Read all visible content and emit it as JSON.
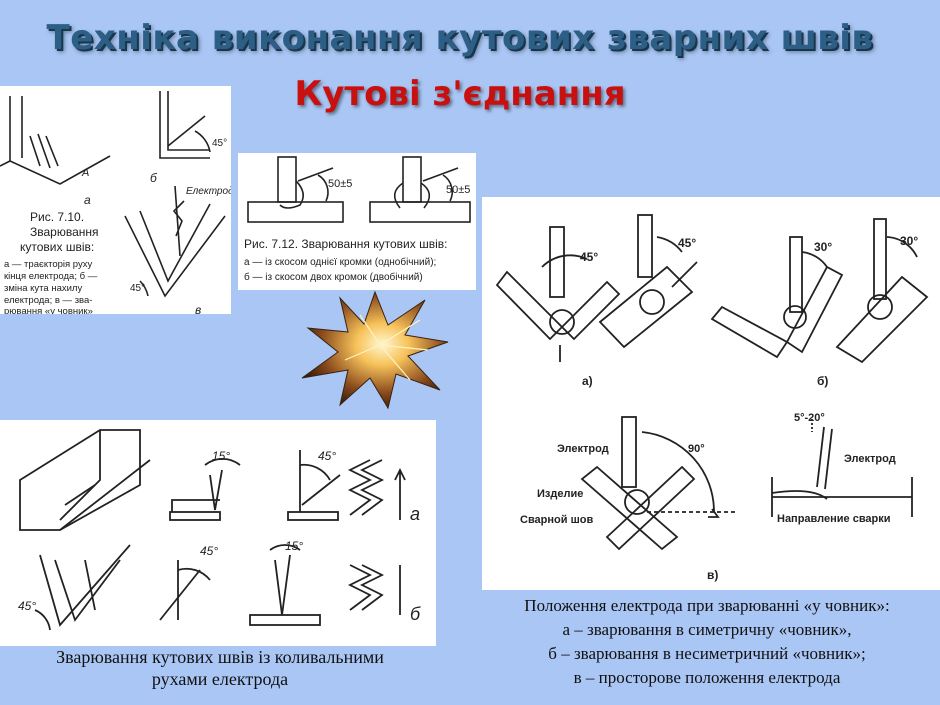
{
  "title": "Техніка виконання кутових зварних швів",
  "subtitle": "Кутові з'єднання",
  "fig710": {
    "caption_lines": [
      "Рис. 7.10.",
      "Зварювання",
      "кутових швів:"
    ],
    "legend_lines": [
      "а — траєкторія руху",
      "кінця електрода; б —",
      "зміна кута нахилу",
      "електрода; в — зва-",
      "рювання «у човник»"
    ],
    "label_a": "а",
    "label_b": "б",
    "label_v": "в",
    "label_A": "А",
    "angle_45": "45°",
    "electrode": "Електрод"
  },
  "fig712": {
    "angle_left": "50±5",
    "angle_right": "50±5",
    "caption": "Рис. 7.12. Зварювання кутових швів:",
    "legend_lines": [
      "а — із скосом однієї кромки (однобічний);",
      "б — із скосом двох кромок (двобічний)"
    ]
  },
  "right_fig": {
    "angle_a1": "45°",
    "angle_a2": "45°",
    "angle_b1": "30°",
    "angle_b2": "30°",
    "label_a": "а)",
    "label_b": "б)",
    "label_v": "в)",
    "electrode_left": "Электрод",
    "angle_90": "90°",
    "workpiece": "Изделие",
    "weld": "Сварной шов",
    "angle_range": "5°-20°",
    "electrode_right": "Электрод",
    "direction": "Направление сварки"
  },
  "bottom_fig": {
    "angle_15_top": "15°",
    "angle_45_top": "45°",
    "angle_45_bottom": "45°",
    "angle_15_bottom": "15°",
    "angle_45_left": "45°",
    "label_a": "а",
    "label_b": "б"
  },
  "caption_bottom_lines": [
    "Зварювання кутових швів із коливальними",
    "рухами електрода"
  ],
  "caption_right_lines": [
    "Положення електрода при зварюванні «у човник»:",
    "а – зварювання в симетричну «човник»,",
    "б – зварювання в несиметричний «човник»;",
    "в – просторове положення електрода"
  ]
}
